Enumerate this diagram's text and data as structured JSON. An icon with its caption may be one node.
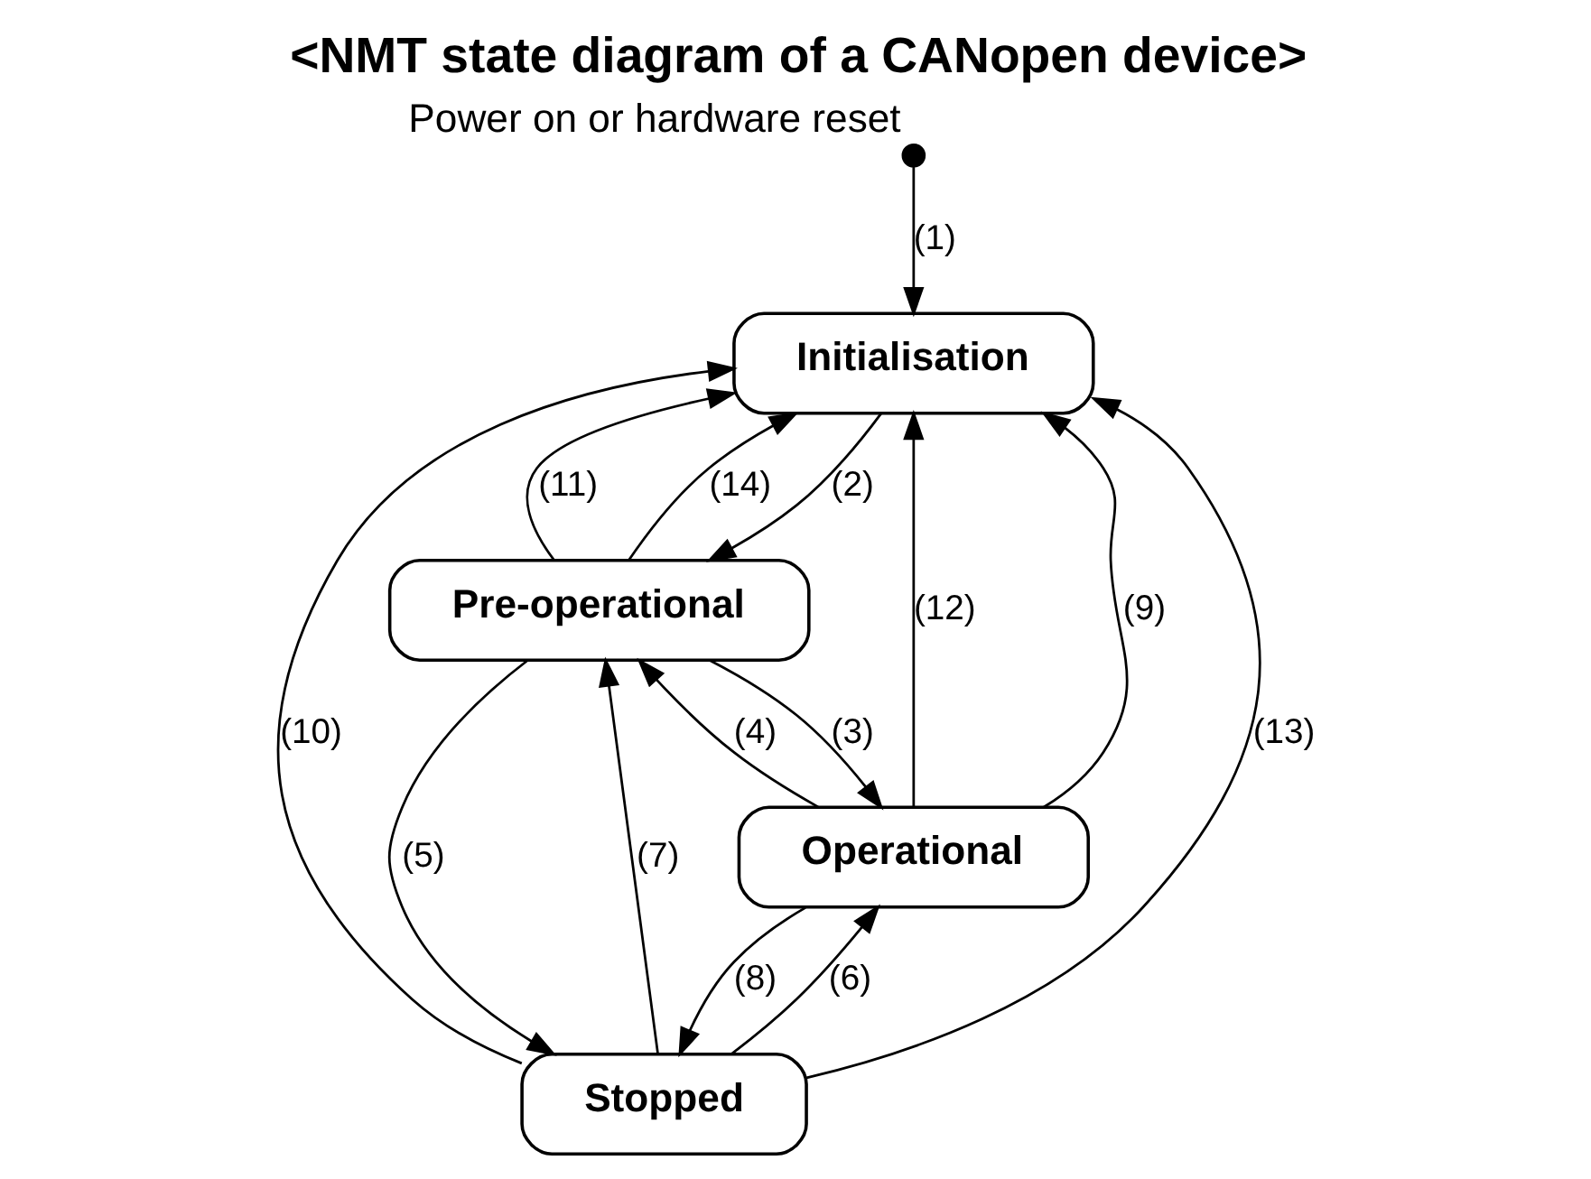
{
  "diagram": {
    "title": "<NMT state diagram of a CANopen device>",
    "nodes": [
      {
        "text": [],
        "shape": "circle",
        "beside": [
          "Power on or hardware reset"
        ]
      },
      {
        "text": [
          "Initialisation"
        ]
      },
      {
        "text": [
          "Pre-operational"
        ]
      },
      {
        "text": [
          "Stopped"
        ]
      },
      {
        "text": [
          "Operational"
        ]
      }
    ],
    "edges": [
      {
        "from": 0,
        "to": 1,
        "arrow": "to",
        "label": "(1)"
      },
      {
        "from": 1,
        "to": 2,
        "arrow": "to",
        "label": "(2)"
      },
      {
        "from": 2,
        "to": 4,
        "arrow": "to",
        "label": "(3)"
      },
      {
        "from": 4,
        "to": 2,
        "arrow": "to",
        "label": "(4)"
      },
      {
        "from": 2,
        "to": 3,
        "arrow": "to",
        "label": "(5)"
      },
      {
        "from": 3,
        "to": 4,
        "arrow": "to",
        "label": "(6)"
      },
      {
        "from": 3,
        "to": 2,
        "arrow": "to",
        "label": "(7)"
      },
      {
        "from": 4,
        "to": 3,
        "arrow": "to",
        "label": "(8)"
      },
      {
        "from": 4,
        "to": 1,
        "arrow": "to",
        "label": "(9)"
      },
      {
        "from": 3,
        "to": 1,
        "arrow": "to",
        "label": "(10)"
      },
      {
        "from": 2,
        "to": 1,
        "arrow": "to",
        "label": "(11)"
      },
      {
        "from": 4,
        "to": 1,
        "arrow": "to",
        "label": "(12)"
      },
      {
        "from": 3,
        "to": 1,
        "arrow": "to",
        "label": "(13)"
      },
      {
        "from": 2,
        "to": 1,
        "arrow": "to",
        "label": "(14)"
      }
    ]
  }
}
